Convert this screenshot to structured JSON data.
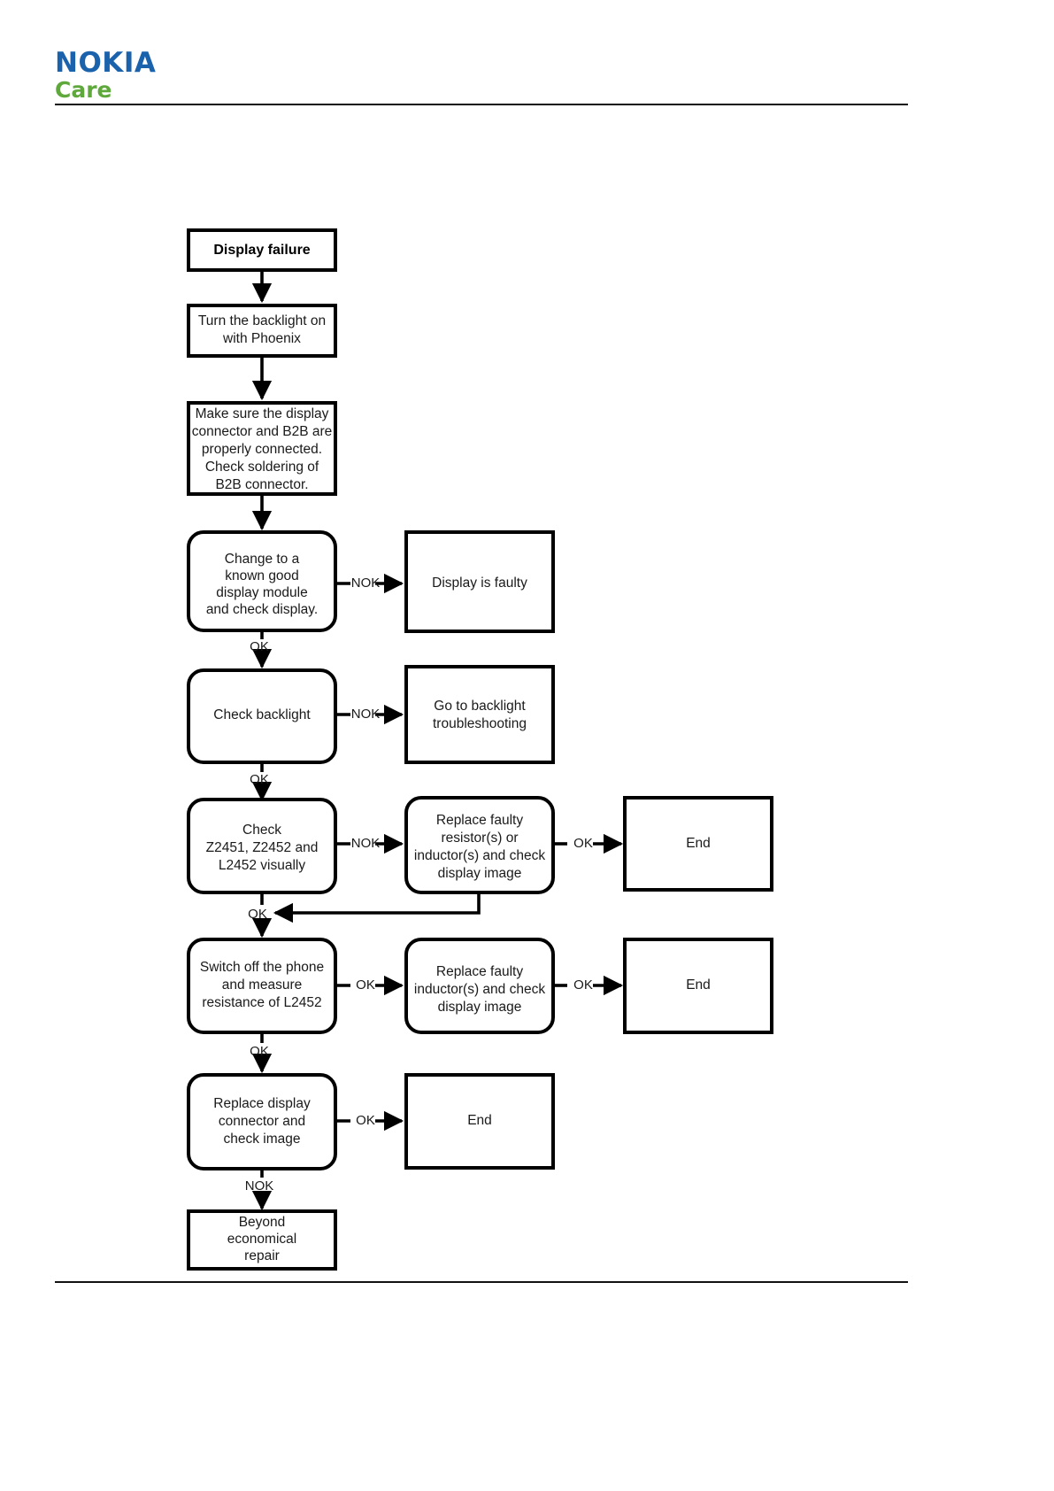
{
  "header": {
    "brand_primary": "NOKIA",
    "brand_secondary": "Care"
  },
  "diagram": {
    "title": "Display failure troubleshooting flowchart",
    "nodes": {
      "start": "Display failure",
      "backlight_on": "Turn the backlight on with Phoenix",
      "check_connector": "Make sure the display connector and B2B are properly connected. Check soldering of B2B connector.",
      "change_module": "Change to a known good display module and check display.",
      "display_faulty": "Display is faulty",
      "check_backlight": "Check backlight",
      "goto_backlight": "Go to backlight troubleshooting",
      "check_components": "Check Z2451, Z2452 and L2452 visually",
      "replace_resistor": "Replace faulty resistor(s) or inductor(s) and check display image",
      "end_1": "End",
      "measure_resistance": "Switch off the phone and measure resistance of L2452",
      "replace_inductor": "Replace faulty inductor(s) and check display image",
      "end_2": "End",
      "replace_connector": "Replace display connector and check image",
      "end_3": "End",
      "beyond_repair": "Beyond economical repair"
    },
    "node_lines": {
      "start": [
        "Display failure"
      ],
      "backlight_on": [
        "Turn the backlight on",
        "with Phoenix"
      ],
      "check_connector": [
        "Make sure the display",
        "connector and B2B are",
        "properly connected.",
        "Check soldering of",
        "B2B connector."
      ],
      "change_module": [
        "Change to a",
        "known good",
        "display module",
        "and check display."
      ],
      "display_faulty": [
        "Display is faulty"
      ],
      "check_backlight": [
        "Check backlight"
      ],
      "goto_backlight": [
        "Go to backlight",
        "troubleshooting"
      ],
      "check_components": [
        "Check",
        "Z2451, Z2452 and",
        "L2452 visually"
      ],
      "replace_resistor": [
        "Replace faulty",
        "resistor(s) or",
        "inductor(s) and check",
        "display image"
      ],
      "end_1": [
        "End"
      ],
      "measure_resistance": [
        "Switch off the phone",
        "and measure",
        "resistance of L2452"
      ],
      "replace_inductor": [
        "Replace faulty",
        "inductor(s) and check",
        "display image"
      ],
      "end_2": [
        "End"
      ],
      "replace_connector": [
        "Replace display",
        "connector and",
        "check image"
      ],
      "end_3": [
        "End"
      ],
      "beyond_repair": [
        "Beyond",
        "economical",
        "repair"
      ]
    },
    "edge_labels": {
      "change_module_nok": "NOK",
      "change_module_ok": "OK",
      "check_backlight_nok": "NOK",
      "check_backlight_ok": "OK",
      "check_components_nok": "NOK",
      "check_components_ok": "OK",
      "replace_resistor_ok": "OK",
      "measure_resistance_ok_right": "OK",
      "measure_resistance_ok_down": "OK",
      "replace_inductor_ok": "OK",
      "replace_connector_ok": "OK",
      "replace_connector_nok": "NOK"
    },
    "colors": {
      "stroke": "#000000",
      "fill": "#ffffff",
      "brand_blue": "#1b62ad",
      "brand_green": "#5fa93c"
    }
  }
}
